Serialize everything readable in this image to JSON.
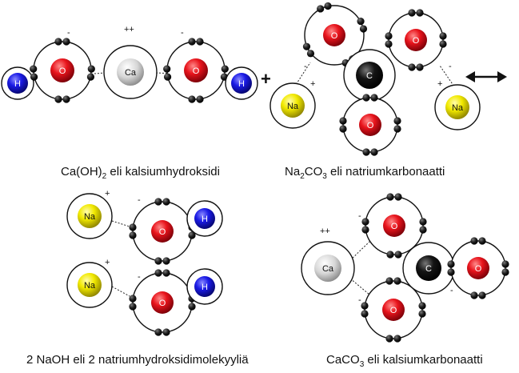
{
  "colors": {
    "O": "#e8141c",
    "H": "#1a1ae6",
    "Ca": "#d9d9d9",
    "C": "#111111",
    "Na": "#f2ea00",
    "electron": "#1e1e1e",
    "shell": "#111111"
  },
  "symbols": {
    "O": "O",
    "H": "H",
    "Ca": "Ca",
    "C": "C",
    "Na": "Na"
  },
  "charges": {
    "neg": "-",
    "pos": "+",
    "dpos": "++"
  },
  "signs": {
    "plus": "+",
    "equilibrium": "⟷"
  },
  "captions": {
    "caoh2": {
      "a": "Ca(OH)",
      "sub1": "2",
      "b": " eli kalsiumhydroksidi"
    },
    "na2co3": {
      "a": "Na",
      "sub1": "2",
      "b": "CO",
      "sub2": "3",
      "c": " eli natriumkarbonaatti"
    },
    "naoh": {
      "a": "2 NaOH eli 2 natriumhydroksidimolekyyliä"
    },
    "caco3": {
      "a": "CaCO",
      "sub1": "3",
      "b": " eli kalsiumkarbonaatti"
    }
  }
}
